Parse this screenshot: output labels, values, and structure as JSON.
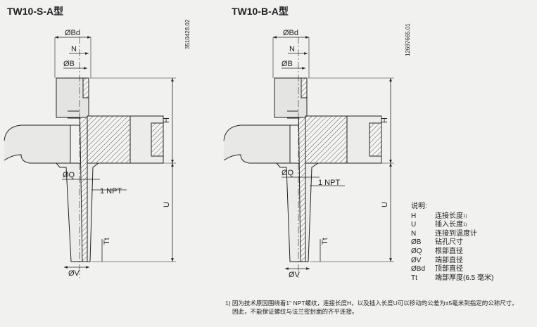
{
  "titles": {
    "left": "TW10-S-A型",
    "right": "TW10-B-A型"
  },
  "drawing_codes": {
    "left": "3510428.02",
    "right": "12697665.01"
  },
  "dimension_labels": {
    "bd": "ØBd",
    "n": "N",
    "b": "ØB",
    "h": "H",
    "q": "ØQ",
    "npt": "1 NPT",
    "u": "U",
    "tt": "Tt",
    "v": "ØV"
  },
  "legend": {
    "heading": "说明:",
    "items": [
      {
        "symbol": "H",
        "text": "连接长度",
        "note": "1)"
      },
      {
        "symbol": "U",
        "text": "插入长度",
        "note": "1)"
      },
      {
        "symbol": "N",
        "text": "连接到温度计",
        "note": ""
      },
      {
        "symbol": "ØB",
        "text": "钻孔尺寸",
        "note": ""
      },
      {
        "symbol": "ØQ",
        "text": "根部直径",
        "note": ""
      },
      {
        "symbol": "ØV",
        "text": "端部直径",
        "note": ""
      },
      {
        "symbol": "ØBd",
        "text": "顶部直径",
        "note": ""
      },
      {
        "symbol": "Tt",
        "text": "端部厚度(6.5 毫米)",
        "note": ""
      }
    ]
  },
  "footnote": {
    "line1": "1) 因为技术原因围绕着1\" NPT螺纹，连接长度H，以及插入长度U可以移动的公差为±5毫米到指定的公称尺寸。",
    "line2": "因此，不能保证螺纹与法兰密封面的齐平连接。"
  }
}
